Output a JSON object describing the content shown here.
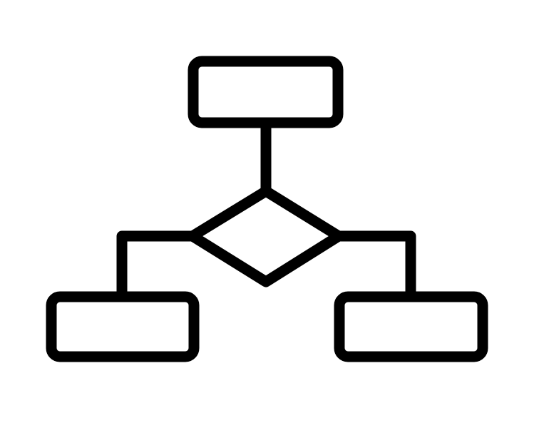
{
  "diagram": {
    "background_color": "#ffffff",
    "stroke_color": "#000000",
    "nodes": [
      {
        "id": "top-process",
        "shape": "rounded-rectangle",
        "label": ""
      },
      {
        "id": "decision",
        "shape": "diamond",
        "label": ""
      },
      {
        "id": "left-process",
        "shape": "rounded-rectangle",
        "label": ""
      },
      {
        "id": "right-process",
        "shape": "rounded-rectangle",
        "label": ""
      }
    ],
    "edges": [
      {
        "from": "top-process",
        "to": "decision"
      },
      {
        "from": "decision",
        "to": "left-process"
      },
      {
        "from": "decision",
        "to": "right-process"
      }
    ]
  }
}
